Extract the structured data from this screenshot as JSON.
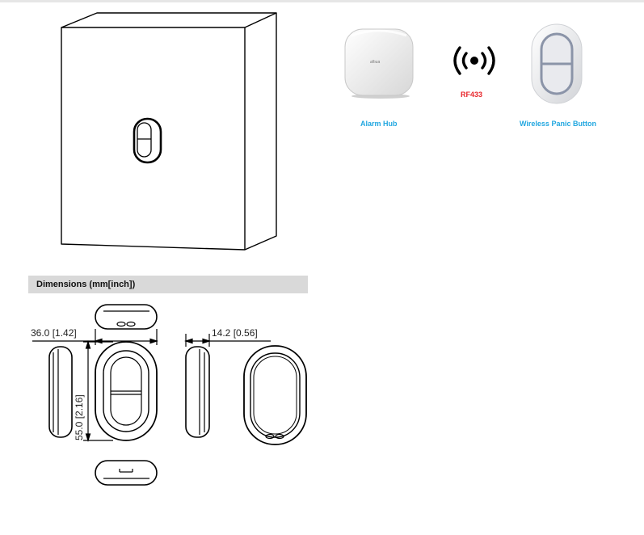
{
  "topology": {
    "hub_label": "Alarm Hub",
    "link_label": "RF433",
    "device_label": "Wireless Panic Button",
    "hub_logo": "alhua"
  },
  "dimensions": {
    "section_title": "Dimensions (mm[inch])",
    "width": "36.0 [1.42]",
    "height": "55.0 [2.16]",
    "depth": "14.2 [0.56]"
  },
  "icons": {
    "wall_mount": "wall-mount-drawing",
    "hub": "alarm-hub-icon",
    "wireless": "wireless-signal-icon",
    "button": "panic-button-icon"
  },
  "colors": {
    "caption": "#22a7e0",
    "rf_label": "#e8262b",
    "section_bar": "#d9d9d9"
  }
}
